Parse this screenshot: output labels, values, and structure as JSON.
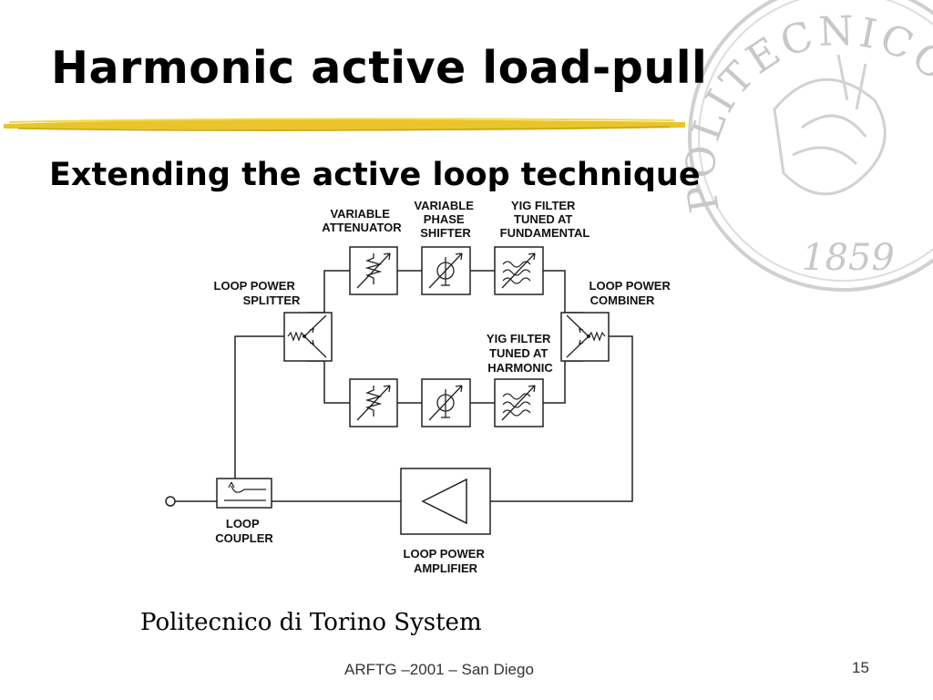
{
  "slide": {
    "title": "Harmonic active load-pull",
    "subtitle": "Extending the active loop technique",
    "caption": "Politecnico di Torino System",
    "footer": "ARFTG –2001 – San Diego",
    "page_number": "15"
  },
  "seal": {
    "ring_text": "POLITECNICO DI TORINO",
    "year": "1859"
  },
  "diagram": {
    "labels": {
      "variable_attenuator": [
        "VARIABLE",
        "ATTENUATOR"
      ],
      "variable_phase_shifter": [
        "VARIABLE",
        "PHASE",
        "SHIFTER"
      ],
      "yig_filter_fundamental": [
        "YIG FILTER",
        "TUNED AT",
        "FUNDAMENTAL"
      ],
      "loop_power_splitter": [
        "LOOP POWER",
        "SPLITTER"
      ],
      "loop_power_combiner": [
        "LOOP POWER",
        "COMBINER"
      ],
      "yig_filter_harmonic": [
        "YIG FILTER",
        "TUNED AT",
        "HARMONIC"
      ],
      "loop_coupler": [
        "LOOP",
        "COUPLER"
      ],
      "loop_power_amplifier": [
        "LOOP POWER",
        "AMPLIFIER"
      ]
    }
  }
}
